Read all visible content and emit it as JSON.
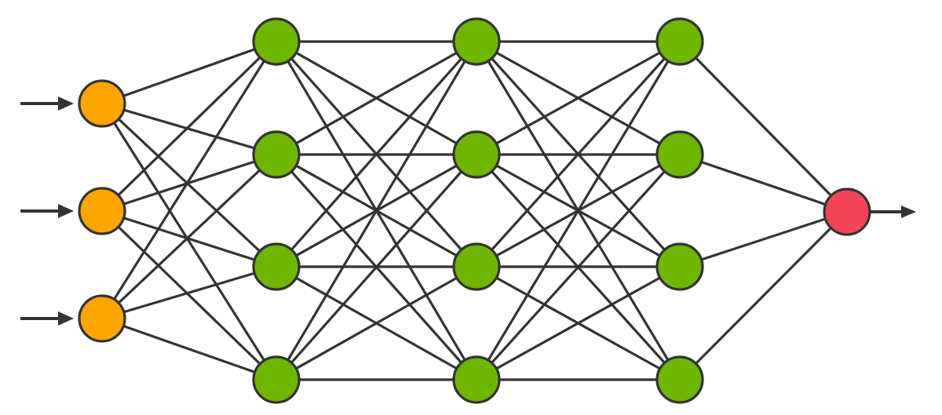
{
  "diagram": {
    "type": "feedforward-neural-network",
    "layers": [
      {
        "role": "input",
        "nodes": 3,
        "color": "#FFA500"
      },
      {
        "role": "hidden",
        "nodes": 4,
        "color": "#6FB600"
      },
      {
        "role": "hidden",
        "nodes": 4,
        "color": "#6FB600"
      },
      {
        "role": "hidden",
        "nodes": 4,
        "color": "#6FB600"
      },
      {
        "role": "output",
        "nodes": 1,
        "color": "#F2455A"
      }
    ],
    "connections": "fully-connected",
    "input_arrows": 3,
    "output_arrows": 1,
    "line_color": "#333333",
    "background": "#FFFFFF"
  }
}
